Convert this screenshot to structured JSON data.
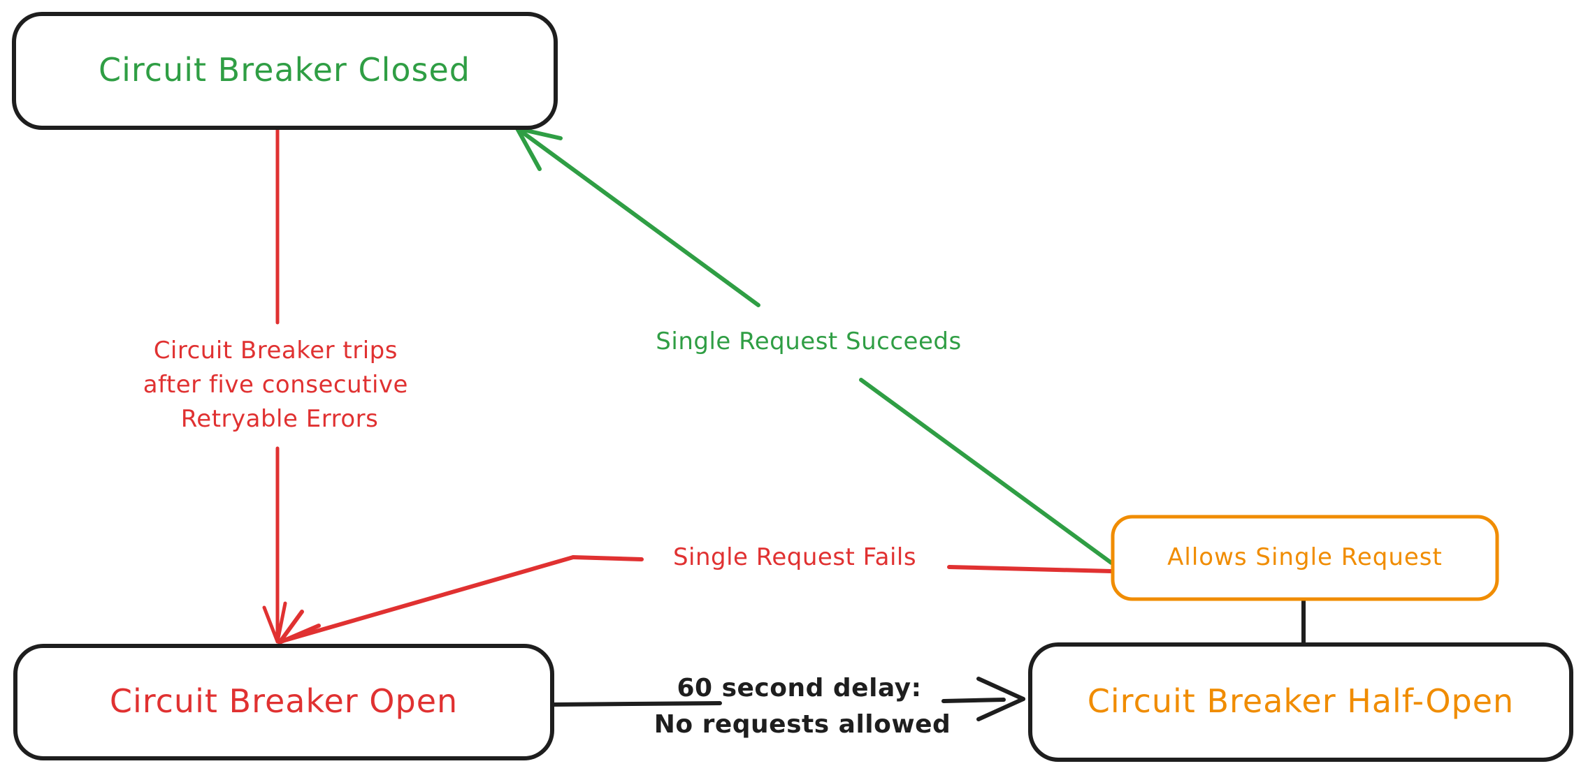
{
  "colors": {
    "green": "#2f9e44",
    "red": "#e03131",
    "orange": "#f08c00",
    "ink": "#1e1e1e",
    "background": "#ffffff"
  },
  "diagram": {
    "nodes": {
      "closed": {
        "label": "Circuit Breaker Closed",
        "color": "#2f9e44"
      },
      "open": {
        "label": "Circuit Breaker Open",
        "color": "#e03131"
      },
      "half_open": {
        "label": "Circuit Breaker Half-Open",
        "color": "#f08c00"
      },
      "allows": {
        "label": "Allows Single Request",
        "color": "#f08c00"
      }
    },
    "edges": {
      "trip": {
        "from": "Circuit Breaker Closed",
        "to": "Circuit Breaker Open",
        "color": "#e03131",
        "label_lines": [
          "Circuit Breaker trips",
          "after five consecutive",
          "Retryable Errors"
        ]
      },
      "succeed": {
        "from": "Allows Single Request",
        "to": "Circuit Breaker Closed",
        "color": "#2f9e44",
        "label": "Single Request Succeeds"
      },
      "fail": {
        "from": "Allows Single Request",
        "to": "Circuit Breaker Open",
        "color": "#e03131",
        "label": "Single Request Fails"
      },
      "delay": {
        "from": "Circuit Breaker Open",
        "to": "Circuit Breaker Half-Open",
        "color": "#1e1e1e",
        "label_lines": [
          "60 second delay:",
          "No requests allowed"
        ]
      },
      "allows_connector": {
        "from": "Allows Single Request",
        "to": "Circuit Breaker Half-Open",
        "color": "#1e1e1e",
        "label": ""
      }
    }
  }
}
